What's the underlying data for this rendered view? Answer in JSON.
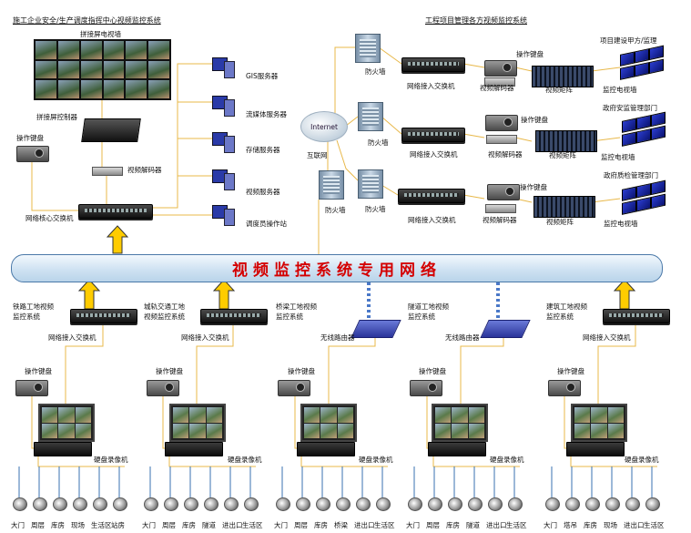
{
  "titles": {
    "command_center": "施工企业安全/生产调度指挥中心视频监控系统",
    "project_mgmt": "工程项目管理各方视频监控系统"
  },
  "network_bus": "视频监控系统专用网络",
  "command_center": {
    "video_wall": "拼接屏电视墙",
    "wall_controller": "拼接屏控制器",
    "keyboard": "操作键盘",
    "decoder": "视频解码器",
    "core_switch": "网络核心交换机",
    "servers": [
      "GIS服务器",
      "流媒体服务器",
      "存储服务器",
      "视频服务器",
      "调度员操作站"
    ]
  },
  "internet": {
    "cloud": "Internet",
    "label": "互联网",
    "firewall": "防火墙"
  },
  "project_branches": [
    {
      "firewall": "防火墙",
      "switch": "网络接入交换机",
      "keyboard": "操作键盘",
      "decoder": "视频解码器",
      "matrix": "视频矩阵",
      "wall_title": "项目建设甲方/监理",
      "tv_wall": "监控电视墙"
    },
    {
      "firewall": "防火墙",
      "switch": "网络接入交换机",
      "keyboard": "操作键盘",
      "decoder": "视频解码器",
      "matrix": "视频矩阵",
      "wall_title": "政府安监管理部门",
      "tv_wall": "监控电视墙"
    },
    {
      "firewall": "防火墙",
      "switch": "网络接入交换机",
      "keyboard": "操作键盘",
      "decoder": "视频解码器",
      "matrix": "视频矩阵",
      "wall_title": "政府质检管理部门",
      "tv_wall": "监控电视墙"
    }
  ],
  "sites": [
    {
      "title_line1": "铁路工地视频",
      "title_line2": "监控系统",
      "uplink": "网络接入交换机",
      "keyboard": "操作键盘",
      "dvr": "硬盘录像机",
      "cameras": [
        "大门",
        "周层",
        "库房",
        "现场",
        "生活区",
        "站房"
      ]
    },
    {
      "title_line1": "城轨交通工地",
      "title_line2": "视频监控系统",
      "uplink": "网络接入交换机",
      "keyboard": "操作键盘",
      "dvr": "硬盘录像机",
      "cameras": [
        "大门",
        "周层",
        "库房",
        "隧道",
        "进出口",
        "生活区"
      ]
    },
    {
      "title_line1": "桥梁工地视频",
      "title_line2": "监控系统",
      "uplink": "无线路由器",
      "keyboard": "操作键盘",
      "dvr": "硬盘录像机",
      "cameras": [
        "大门",
        "周层",
        "库房",
        "桥梁",
        "进出口",
        "生活区"
      ]
    },
    {
      "title_line1": "隧道工地视频",
      "title_line2": "监控系统",
      "uplink": "无线路由器",
      "keyboard": "操作键盘",
      "dvr": "硬盘录像机",
      "cameras": [
        "大门",
        "周层",
        "库房",
        "隧道",
        "进出口",
        "生活区"
      ]
    },
    {
      "title_line1": "建筑工地视频",
      "title_line2": "监控系统",
      "uplink": "网络接入交换机",
      "keyboard": "操作键盘",
      "dvr": "硬盘录像机",
      "cameras": [
        "大门",
        "塔吊",
        "库房",
        "现场",
        "进出口",
        "生活区"
      ]
    }
  ],
  "colors": {
    "wire": "#e8b84a",
    "arrow": "#ffcc00",
    "bus_text": "#d40000",
    "wireless": "#4a78c8"
  }
}
